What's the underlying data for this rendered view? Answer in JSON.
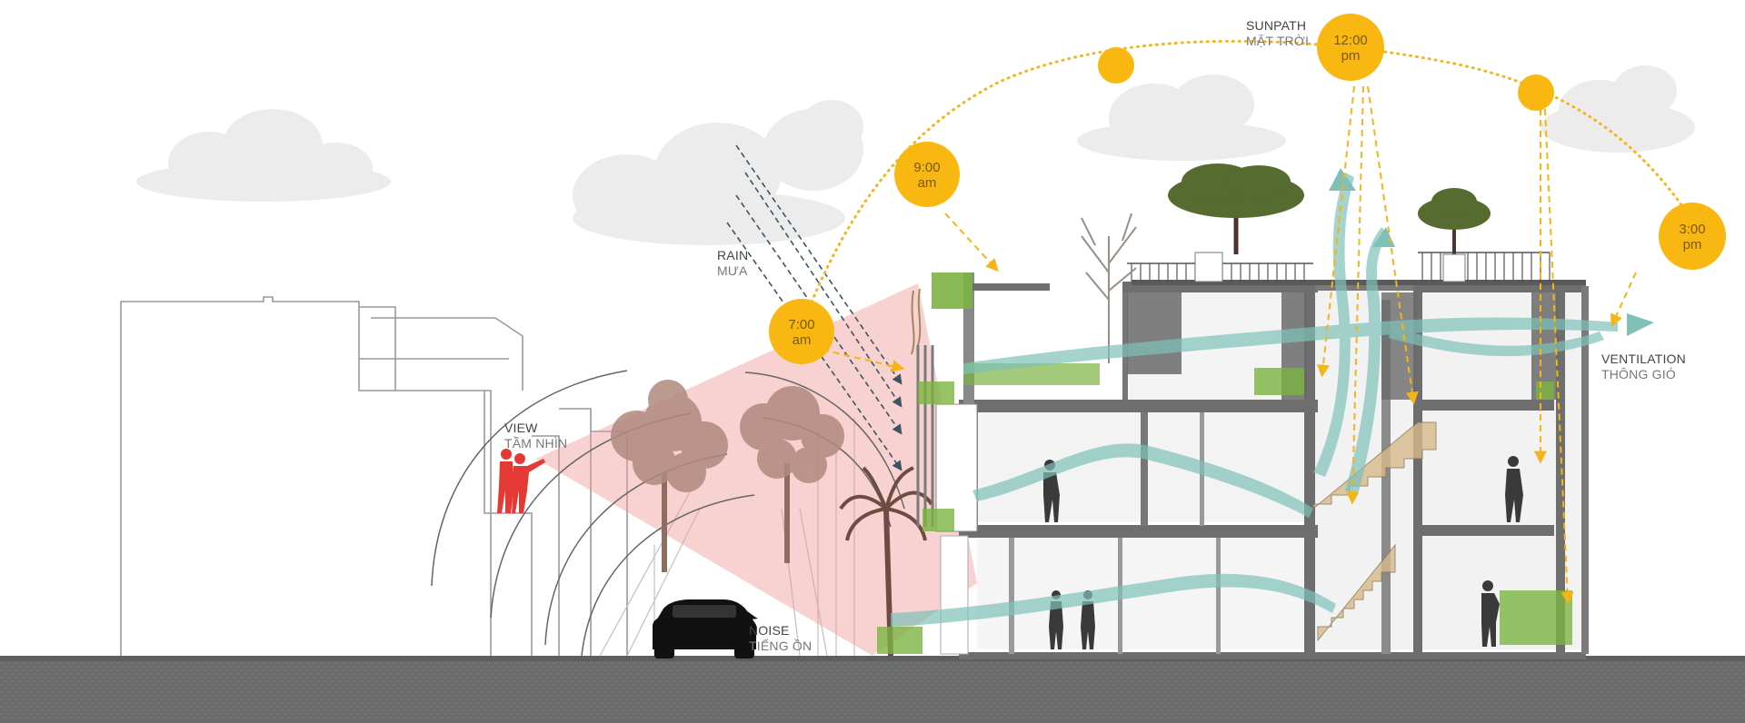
{
  "labels": {
    "sunpath": {
      "en": "SUNPATH",
      "vi": "MẶT TRỜI"
    },
    "rain": {
      "en": "RAIN",
      "vi": "MƯA"
    },
    "view": {
      "en": "VIEW",
      "vi": "TẦM NHÌN"
    },
    "noise": {
      "en": "NOISE",
      "vi": "TIẾNG ỒN"
    },
    "ventilation": {
      "en": "VENTILATION",
      "vi": "THÔNG GIÓ"
    }
  },
  "sun_times": [
    {
      "time": "7:00",
      "period": "am"
    },
    {
      "time": "9:00",
      "period": "am"
    },
    {
      "time": "12:00",
      "period": "pm"
    },
    {
      "time": "3:00",
      "period": "pm"
    }
  ],
  "colors": {
    "sun": "#f9b712",
    "sun_path": "#f4b41a",
    "rain": "#3d5563",
    "ventilation": "#7fc1b8",
    "view_cone": "#ef9a9a",
    "person_view": "#e53935",
    "ground": "#6b6b6b",
    "structure": "#6e6e6e",
    "cloud": "#ececec"
  },
  "icons": [
    "sun-icon",
    "cloud-icon",
    "car-icon",
    "tree-icon",
    "palm-tree-icon",
    "person-icon",
    "stair-icon",
    "ventilation-arrow-icon"
  ]
}
